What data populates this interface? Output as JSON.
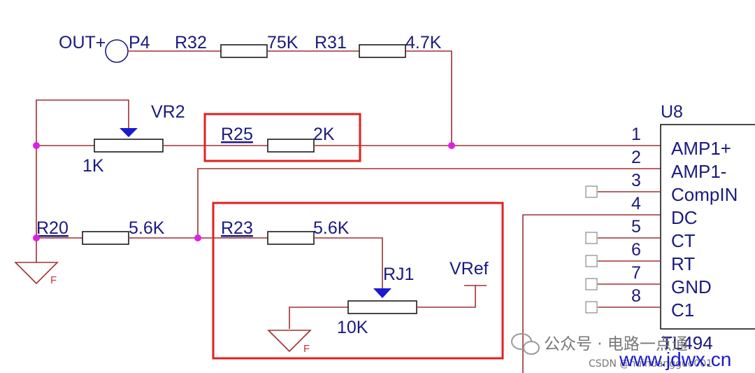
{
  "labels": {
    "out_plus": "OUT+",
    "p4": "P4",
    "r32": "R32",
    "r32_val": "75K",
    "r31": "R31",
    "r31_val": "4.7K",
    "vr2": "VR2",
    "vr2_val": "1K",
    "r25": "R25",
    "r25_val": "2K",
    "r20": "R20",
    "r20_val": "5.6K",
    "r23": "R23",
    "r23_val": "5.6K",
    "rj1": "RJ1",
    "rj1_val": "10K",
    "vref": "VRef",
    "gnd_f": "F",
    "u8": "U8",
    "ic_name": "TL494"
  },
  "ic_pins": [
    {
      "num": "1",
      "name": "AMP1+"
    },
    {
      "num": "2",
      "name": "AMP1-"
    },
    {
      "num": "3",
      "name": "CompIN"
    },
    {
      "num": "4",
      "name": "DC"
    },
    {
      "num": "5",
      "name": "CT"
    },
    {
      "num": "6",
      "name": "RT"
    },
    {
      "num": "7",
      "name": "GND"
    },
    {
      "num": "8",
      "name": "C1"
    }
  ],
  "watermark": {
    "wechat": "公众号 · 电路一点通",
    "csdn": "CSDN @huihuangguo001",
    "site": "www.jdwx.cn"
  },
  "colors": {
    "wire": "#a03030",
    "label": "#1a1a80",
    "highlight_box": "#e02020",
    "junction": "#e020e0"
  }
}
